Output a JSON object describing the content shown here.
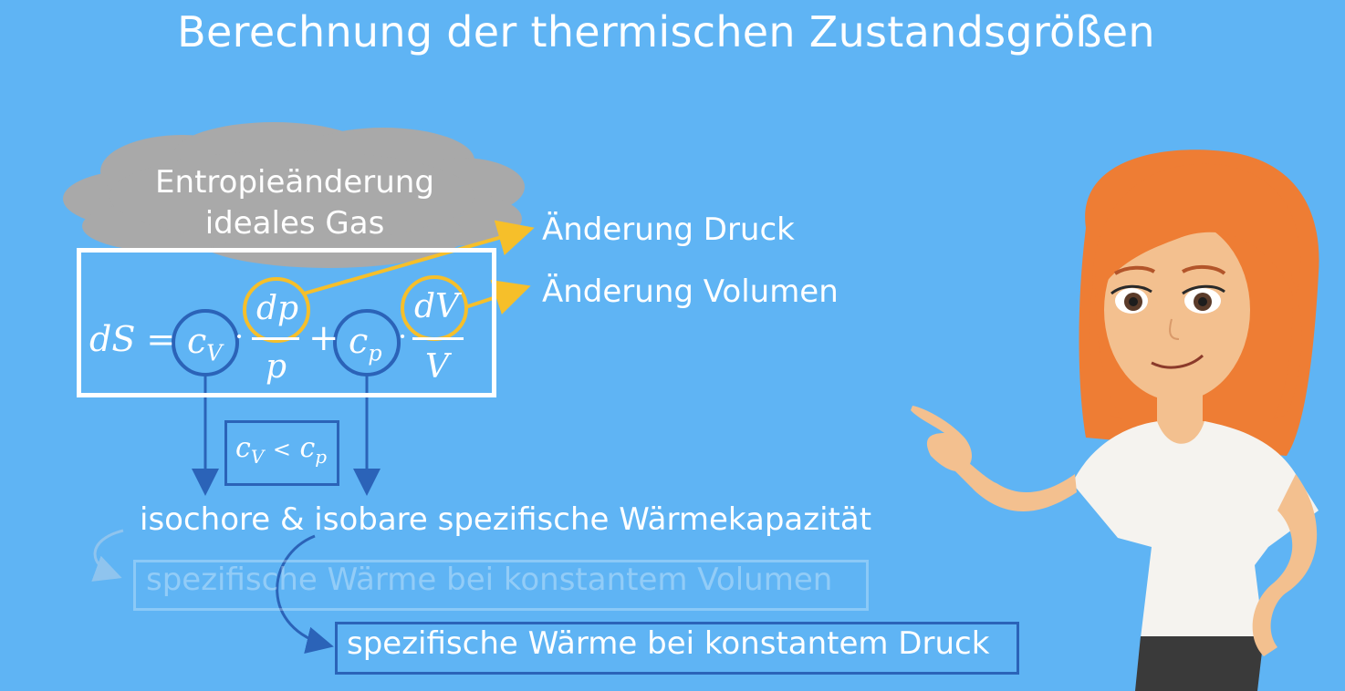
{
  "slide": {
    "title": "Berechnung der thermischen Zustandsgrößen"
  },
  "cloud": {
    "line1": "Entropieänderung",
    "line2": "ideales Gas"
  },
  "formula": {
    "lhs": "dS =",
    "cv": "c",
    "cv_sub": "V",
    "dot1": "·",
    "num1": "dp",
    "den1": "p",
    "plus": "+",
    "cp": "c",
    "cp_sub": "p",
    "dot2": "·",
    "num2": "dV",
    "den2": "V"
  },
  "annotations": {
    "pressure_change": "Änderung Druck",
    "volume_change": "Änderung Volumen"
  },
  "inequality": {
    "left": "c",
    "left_sub": "V",
    "op": "<",
    "right": "c",
    "right_sub": "p"
  },
  "heat_capacity_label": "isochore & isobare spezifische Wärmekapazität",
  "faded_label": "spezifische Wärme bei konstantem Volumen",
  "highlight_label": "spezifische Wärme bei konstantem Druck",
  "colors": {
    "background": "#5fb4f4",
    "accent_yellow": "#f6bf2a",
    "accent_blue": "#2b63b8",
    "cloud_gray": "#a9a9a9",
    "hair_orange": "#ee7d34"
  }
}
